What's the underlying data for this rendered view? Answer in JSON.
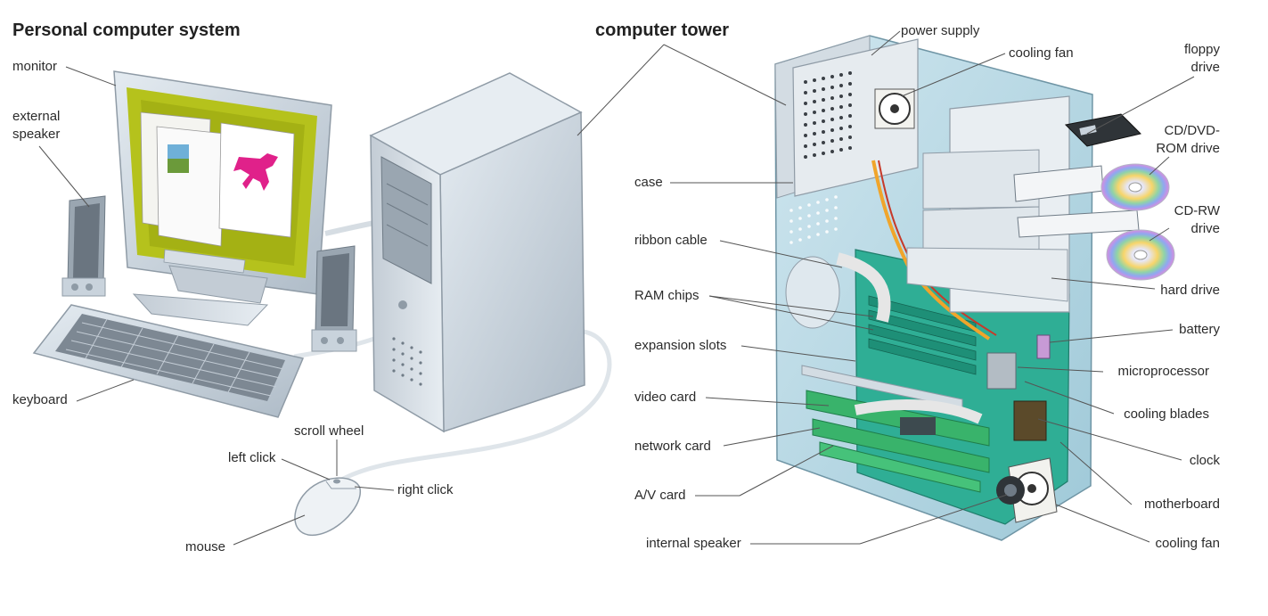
{
  "titles": {
    "left": "Personal computer system",
    "right": "computer tower"
  },
  "pc_system": {
    "monitor": "monitor",
    "external_speaker": [
      "external",
      "speaker"
    ],
    "keyboard": "keyboard",
    "scroll_wheel": "scroll wheel",
    "left_click": "left click",
    "right_click": "right click",
    "mouse": "mouse"
  },
  "tower_left": {
    "case": "case",
    "ribbon_cable": "ribbon cable",
    "ram_chips": "RAM chips",
    "expansion_slots": "expansion slots",
    "video_card": "video card",
    "network_card": "network card",
    "av_card": "A/V card",
    "internal_speaker": "internal speaker"
  },
  "tower_top": {
    "power_supply": "power supply",
    "cooling_fan_top": "cooling fan"
  },
  "tower_right": {
    "floppy_drive": [
      "floppy",
      "drive"
    ],
    "cd_dvd_rom": [
      "CD/DVD-",
      "ROM drive"
    ],
    "cd_rw": [
      "CD-RW",
      "drive"
    ],
    "hard_drive": "hard drive",
    "battery": "battery",
    "microprocessor": "microprocessor",
    "cooling_blades": "cooling blades",
    "clock": "clock",
    "motherboard": "motherboard",
    "cooling_fan_bottom": "cooling fan"
  },
  "colors": {
    "leader_line": "#555555",
    "monitor_body": "#c9d3dc",
    "screen_frame": "#b5c21c",
    "horse": "#e0218a",
    "tower_body": "#cfd8e0",
    "case_glass": "#bfdce8",
    "motherboard": "#2fae95",
    "card_green": "#39b36b"
  },
  "icons": [
    "monitor-icon",
    "speaker-icon",
    "keyboard-icon",
    "mouse-icon",
    "tower-icon",
    "disc-icon",
    "floppy-icon",
    "fan-icon"
  ]
}
